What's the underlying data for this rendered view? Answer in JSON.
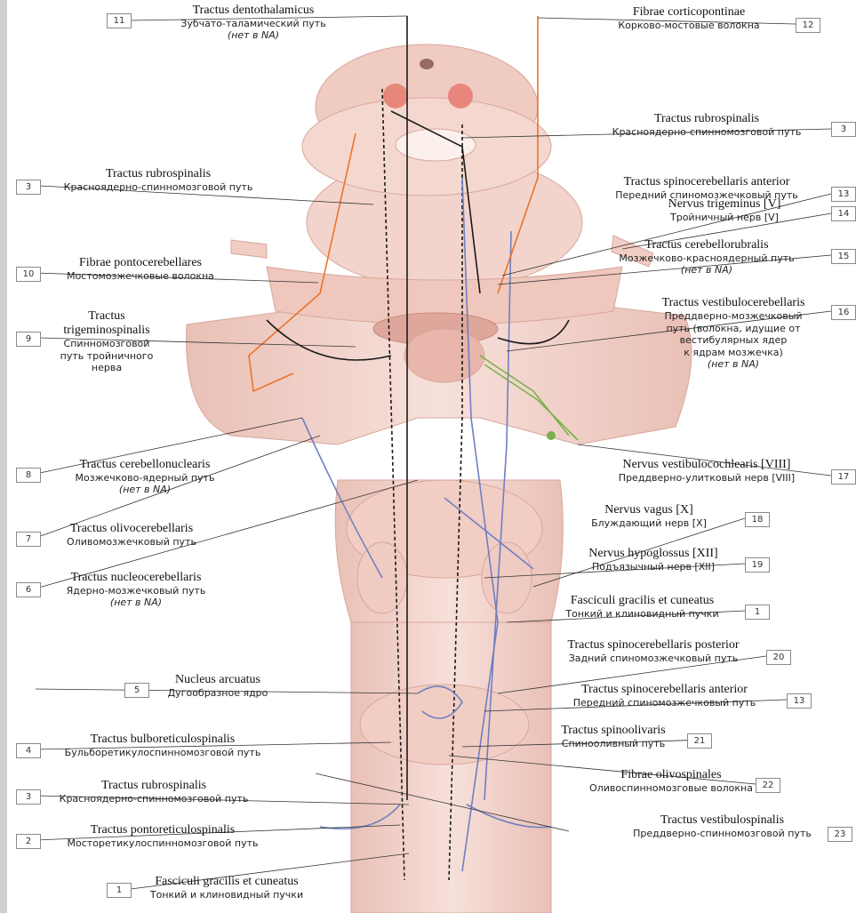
{
  "labels": {
    "l11": {
      "num": "11",
      "lat": "Tractus dentothalamicus",
      "ru": "Зубчато-таламический путь",
      "note": "(нет в NA)"
    },
    "l12": {
      "num": "12",
      "lat": "Fibrae corticopontinae",
      "ru": "Корково-мостовые волокна"
    },
    "l3r": {
      "num": "3",
      "lat": "Tractus rubrospinalis",
      "ru": "Красноядерно-спинномозговой путь"
    },
    "l13a": {
      "num": "13",
      "lat": "Tractus spinocerebellaris anterior",
      "ru": "Передний спиномозжечковый путь"
    },
    "l14": {
      "num": "14",
      "lat": "Nervus trigeminus [V]",
      "ru": "Тройничный нерв [V]"
    },
    "l15": {
      "num": "15",
      "lat": "Tractus cerebellorubralis",
      "ru": "Мозжечково-красноядерный путь",
      "note": "(нет в NA)"
    },
    "l16": {
      "num": "16",
      "lat": "Tractus vestibulocerebellaris",
      "ru1": "Преддверно-мозжечковый",
      "ru2": "путь (волокна, идущие от",
      "ru3": "вестибулярных ядер",
      "ru4": "к ядрам мозжечка)",
      "note": "(нет в NA)"
    },
    "l17": {
      "num": "17",
      "lat": "Nervus vestibulocochlearis [VIII]",
      "ru": "Преддверно-улитковый нерв [VIII]"
    },
    "l18": {
      "num": "18",
      "lat": "Nervus vagus [X]",
      "ru": "Блуждающий нерв [X]"
    },
    "l19": {
      "num": "19",
      "lat": "Nervus hypoglossus [XII]",
      "ru": "Подъязычный нерв [XII]"
    },
    "l1r": {
      "num": "1",
      "lat": "Fasciculi gracilis et cuneatus",
      "ru": "Тонкий и клиновидный пучки"
    },
    "l20": {
      "num": "20",
      "lat": "Tractus spinocerebellaris posterior",
      "ru": "Задний спиномозжечковый путь"
    },
    "l13b": {
      "num": "13",
      "lat": "Tractus spinocerebellaris anterior",
      "ru": "Передний спиномозжечковый путь"
    },
    "l21": {
      "num": "21",
      "lat": "Tractus spinoolivaris",
      "ru": "Спинооливный путь"
    },
    "l22": {
      "num": "22",
      "lat": "Fibrae olivospinales",
      "ru": "Оливоспинномозговые волокна"
    },
    "l23": {
      "num": "23",
      "lat": "Tractus vestibulospinalis",
      "ru": "Преддверно-спинномозговой путь"
    },
    "l3l": {
      "num": "3",
      "lat": "Tractus rubrospinalis",
      "ru": "Красноядерно-спинномозговой путь"
    },
    "l10": {
      "num": "10",
      "lat": "Fibrae pontocerebellares",
      "ru": "Мостомозжечковые волокна"
    },
    "l9": {
      "num": "9",
      "lat1": "Tractus",
      "lat2": "trigeminospinalis",
      "ru1": "Спинномозговой",
      "ru2": "путь тройничного",
      "ru3": "нерва"
    },
    "l8": {
      "num": "8",
      "lat": "Tractus cerebellonuclearis",
      "ru": "Мозжечково-ядерный путь",
      "note": "(нет в NA)"
    },
    "l7": {
      "num": "7",
      "lat": "Tractus olivocerebellaris",
      "ru": "Оливомозжечковый путь"
    },
    "l6": {
      "num": "6",
      "lat": "Tractus nucleocerebellaris",
      "ru": "Ядерно-мозжечковый путь",
      "note": "(нет в NA)"
    },
    "l5": {
      "num": "5",
      "lat": "Nucleus arcuatus",
      "ru": "Дугообразное ядро"
    },
    "l4": {
      "num": "4",
      "lat": "Tractus bulboreticulospinalis",
      "ru": "Бульборетикулоспинномозговой путь"
    },
    "l3b": {
      "num": "3",
      "lat": "Tractus rubrospinalis",
      "ru": "Красноядерно-спинномозговой путь"
    },
    "l2": {
      "num": "2",
      "lat": "Tractus pontoreticulospinalis",
      "ru": "Мосторетикулоспинномозговой путь"
    },
    "l1b": {
      "num": "1",
      "lat": "Fasciculi gracilis et cuneatus",
      "ru": "Тонкий и клиновидный пучки"
    }
  },
  "colors": {
    "tissue": "#f2d3cc",
    "tissue_dark": "#e3afa5",
    "orange": "#e8742a",
    "blue": "#6f7fc2",
    "green": "#7bb04a",
    "black": "#1a1a1a"
  }
}
